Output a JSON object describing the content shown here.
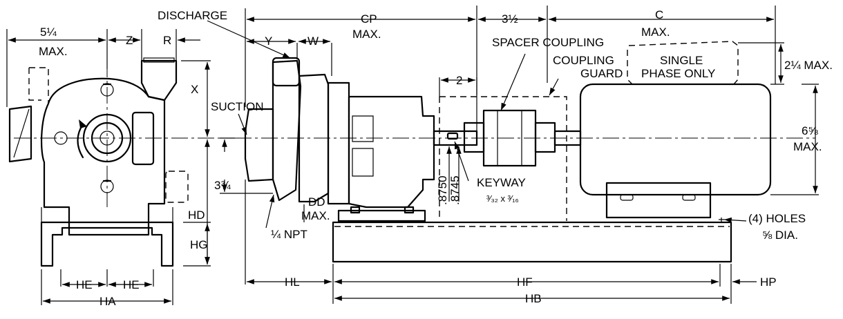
{
  "labels": {
    "discharge": "DISCHARGE",
    "cp": "CP",
    "cp_max": "MAX.",
    "three_half": "3½",
    "c": "C",
    "c_max": "MAX.",
    "five_quarter": "5¼",
    "five_quarter_max": "MAX.",
    "z": "Z",
    "r": "R",
    "y": "Y",
    "w": "W",
    "spacer_coupling": "SPACER COUPLING",
    "coupling": "COUPLING",
    "guard": "GUARD",
    "single": "SINGLE",
    "phase_only": "PHASE ONLY",
    "two_quarter_max": "2¼ MAX.",
    "x": "X",
    "suction": "SUCTION",
    "two": "2",
    "six_five_eighths": "6⅝",
    "six_max": "MAX.",
    "three_three_quarter": "3¾",
    "d750": ".8750",
    "d745": ".8745",
    "keyway": "KEYWAY",
    "keyway_size": "³⁄₃₂ x ³⁄₁₆",
    "dd": "DD",
    "dd_max": "MAX.",
    "quarter_npt": "¼ NPT",
    "hd": "HD",
    "hg": "HG",
    "holes": "(4) HOLES",
    "holes_dia": "⅝ DIA.",
    "he1": "HE",
    "he2": "HE",
    "ha": "HA",
    "hl": "HL",
    "hf": "HF",
    "hp": "HP",
    "hb": "HB"
  }
}
